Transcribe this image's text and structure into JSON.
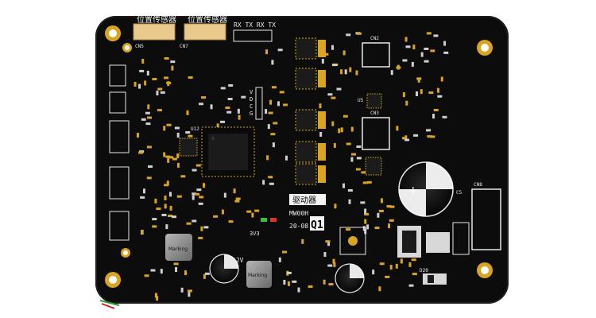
{
  "board": {
    "labels": {
      "header_left": "位置传感器",
      "header_right": "位置传感器",
      "serial_header": "RX TX RX TX",
      "module_title": "驱动器",
      "model_code": "MW00H",
      "date_code": "20-08",
      "rev_code": "Q1",
      "inductor_left": "Marking",
      "inductor_right": "Marking",
      "voltage_left": "12V",
      "voltage_right": "3V3",
      "jp1_pins": [
        "V",
        "D",
        "C",
        "G"
      ],
      "connectors": [
        "CN5",
        "CN7",
        "CN2",
        "CN3",
        "CN8"
      ],
      "ic_main": "U12",
      "ic_secondary": "U5",
      "cap_ref": "C5",
      "diode_ref": "D20"
    },
    "colors": {
      "board": "#0c0c0c",
      "silk": "#e8e8e8",
      "pad_gold": "#d9a520",
      "chip": "#1b1b1b",
      "connector_body": "#e9c98c",
      "inductor": "#8a8a8a"
    }
  }
}
